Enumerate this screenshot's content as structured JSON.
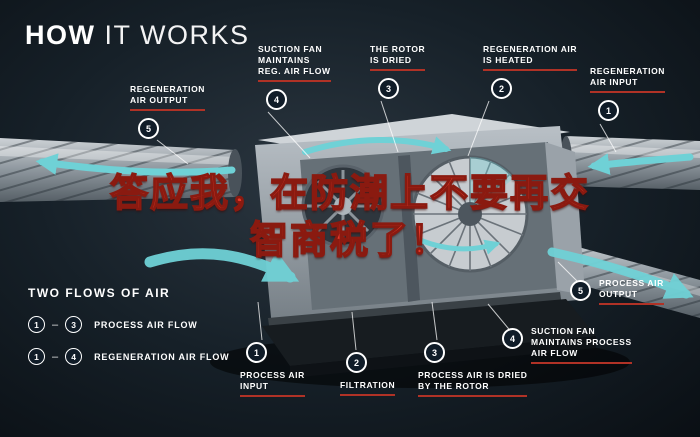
{
  "title": {
    "bold": "HOW",
    "light": "IT WORKS"
  },
  "overlay": {
    "line1": "答应我，在防潮上不要再交",
    "line2": "智商税了！"
  },
  "callouts": [
    {
      "label": "REGENERATION\nAIR OUTPUT",
      "number": "5"
    },
    {
      "label": "SUCTION FAN\nMAINTAINS\nREG. AIR FLOW",
      "number": "4"
    },
    {
      "label": "THE ROTOR\nIS DRIED",
      "number": "3"
    },
    {
      "label": "REGENERATION AIR\nIS HEATED",
      "number": "2"
    },
    {
      "label": "REGENERATION\nAIR INPUT",
      "number": "1"
    },
    {
      "label": "PROCESS AIR\nOUTPUT",
      "number": "5"
    },
    {
      "label": "SUCTION FAN\nMAINTAINS PROCESS\nAIR FLOW",
      "number": "4"
    },
    {
      "label": "PROCESS AIR IS DRIED\nBY THE ROTOR",
      "number": "3"
    },
    {
      "label": "FILTRATION",
      "number": "2"
    },
    {
      "label": "PROCESS AIR\nINPUT",
      "number": "1"
    }
  ],
  "legend": {
    "title": "TWO FLOWS OF AIR",
    "rows": [
      {
        "from": "1",
        "sep": "–",
        "to": "3",
        "label": "PROCESS AIR FLOW"
      },
      {
        "from": "1",
        "sep": "–",
        "to": "4",
        "label": "REGENERATION AIR FLOW"
      }
    ]
  },
  "colors": {
    "background": "#10161c",
    "accent_teal": "#6fd1d6",
    "callout_rule_red": "#b03226",
    "overlay_red": "#e23a2a",
    "circle_fill": "#101c28"
  }
}
